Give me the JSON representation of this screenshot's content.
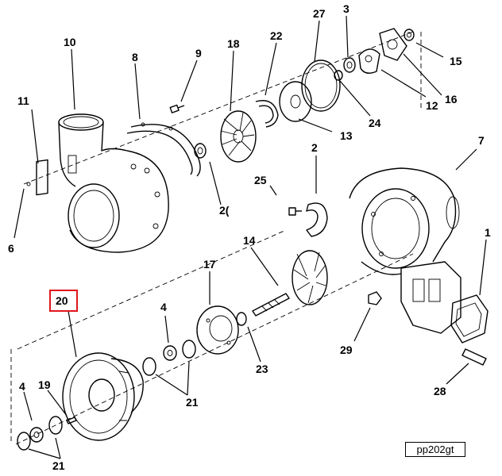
{
  "diagram": {
    "callouts": [
      {
        "id": "c10",
        "text": "10"
      },
      {
        "id": "c8",
        "text": "8"
      },
      {
        "id": "c9",
        "text": "9"
      },
      {
        "id": "c18",
        "text": "18"
      },
      {
        "id": "c22",
        "text": "22"
      },
      {
        "id": "c27",
        "text": "27"
      },
      {
        "id": "c3",
        "text": "3"
      },
      {
        "id": "c15",
        "text": "15"
      },
      {
        "id": "c11",
        "text": "11"
      },
      {
        "id": "c12",
        "text": "12"
      },
      {
        "id": "c16",
        "text": "16"
      },
      {
        "id": "c24",
        "text": "24"
      },
      {
        "id": "c13",
        "text": "13"
      },
      {
        "id": "c26",
        "text": "2("
      },
      {
        "id": "c2",
        "text": "2"
      },
      {
        "id": "c7",
        "text": "7"
      },
      {
        "id": "c25",
        "text": "25"
      },
      {
        "id": "c6",
        "text": "6"
      },
      {
        "id": "c14",
        "text": "14"
      },
      {
        "id": "c1",
        "text": "1"
      },
      {
        "id": "c17",
        "text": "17"
      },
      {
        "id": "c20",
        "text": "20"
      },
      {
        "id": "c4a",
        "text": "4"
      },
      {
        "id": "c29",
        "text": "29"
      },
      {
        "id": "c23",
        "text": "23"
      },
      {
        "id": "c28",
        "text": "28"
      },
      {
        "id": "c21a",
        "text": "21"
      },
      {
        "id": "c4b",
        "text": "4"
      },
      {
        "id": "c19",
        "text": "19"
      },
      {
        "id": "c21b",
        "text": "21"
      }
    ],
    "highlighted_callout": "20",
    "highlight_color": "#e0161b",
    "reference_code": "pp202gt"
  }
}
